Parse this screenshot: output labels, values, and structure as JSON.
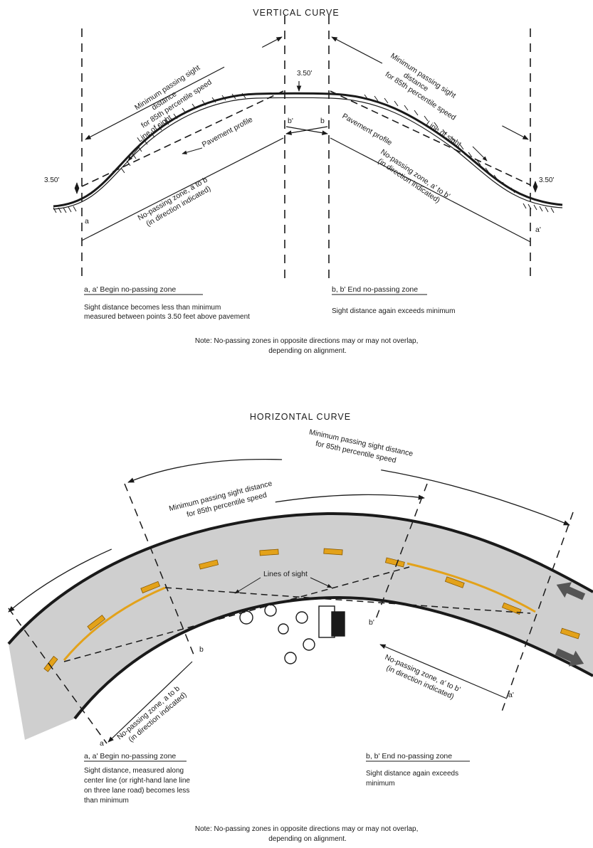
{
  "vertical": {
    "title": "VERTICAL CURVE",
    "min_passing_left": [
      "Minimum passing sight",
      "distance",
      "for 85th percentile speed"
    ],
    "min_passing_right": [
      "Minimum passing sight",
      "distance",
      "for 85th percentile speed"
    ],
    "height_label": "3.50'",
    "line_of_sight": "Line of sight",
    "pavement_profile": "Pavement profile",
    "zone_left": [
      "No-passing zone, a to b",
      "(in direction indicated)"
    ],
    "zone_right": [
      "No-passing zone, a' to b'",
      "(in direction indicated)"
    ],
    "label_a": "a",
    "label_a_prime": "a'",
    "label_b": "b",
    "label_b_prime": "b'",
    "legend_begin_heading": "a, a' Begin no-passing zone",
    "legend_begin_text": [
      "Sight distance becomes less than minimum",
      "measured between points 3.50 feet above  pavement"
    ],
    "legend_end_heading": "b, b' End no-passing zone",
    "legend_end_text": [
      "Sight distance again exceeds minimum"
    ],
    "note": [
      "Note:  No-passing zones in opposite directions may or may not overlap,",
      "depending on alignment."
    ]
  },
  "horizontal": {
    "title": "HORIZONTAL CURVE",
    "min_passing_outer": [
      "Minimum passing sight distance",
      "for 85th percentile speed"
    ],
    "min_passing_inner": [
      "Minimum passing sight distance",
      "for 85th percentile speed"
    ],
    "lines_of_sight": "Lines of sight",
    "zone_left": [
      "No-passing zone, a to b",
      "(in direction indicated)"
    ],
    "zone_right": [
      "No-passing zone, a' to b'",
      "(in direction indicated)"
    ],
    "label_a": "a",
    "label_a_prime": "a'",
    "label_b": "b",
    "label_b_prime": "b'",
    "legend_begin_heading": "a, a'  Begin no-passing zone",
    "legend_begin_text": [
      "Sight distance, measured along",
      "center line (or right-hand lane line",
      "on three lane road) becomes less",
      "than minimum"
    ],
    "legend_end_heading": "b, b'  End no-passing zone",
    "legend_end_text": [
      "Sight distance again exceeds",
      "minimum"
    ],
    "note": [
      "Note:  No-passing zones in opposite directions may or may not overlap,",
      "depending on alignment."
    ]
  },
  "colors": {
    "ink": "#1a1a1a",
    "road": "#cfcfcf",
    "stripe": "#e3a21a",
    "stripe_edge": "#8a5a00"
  }
}
